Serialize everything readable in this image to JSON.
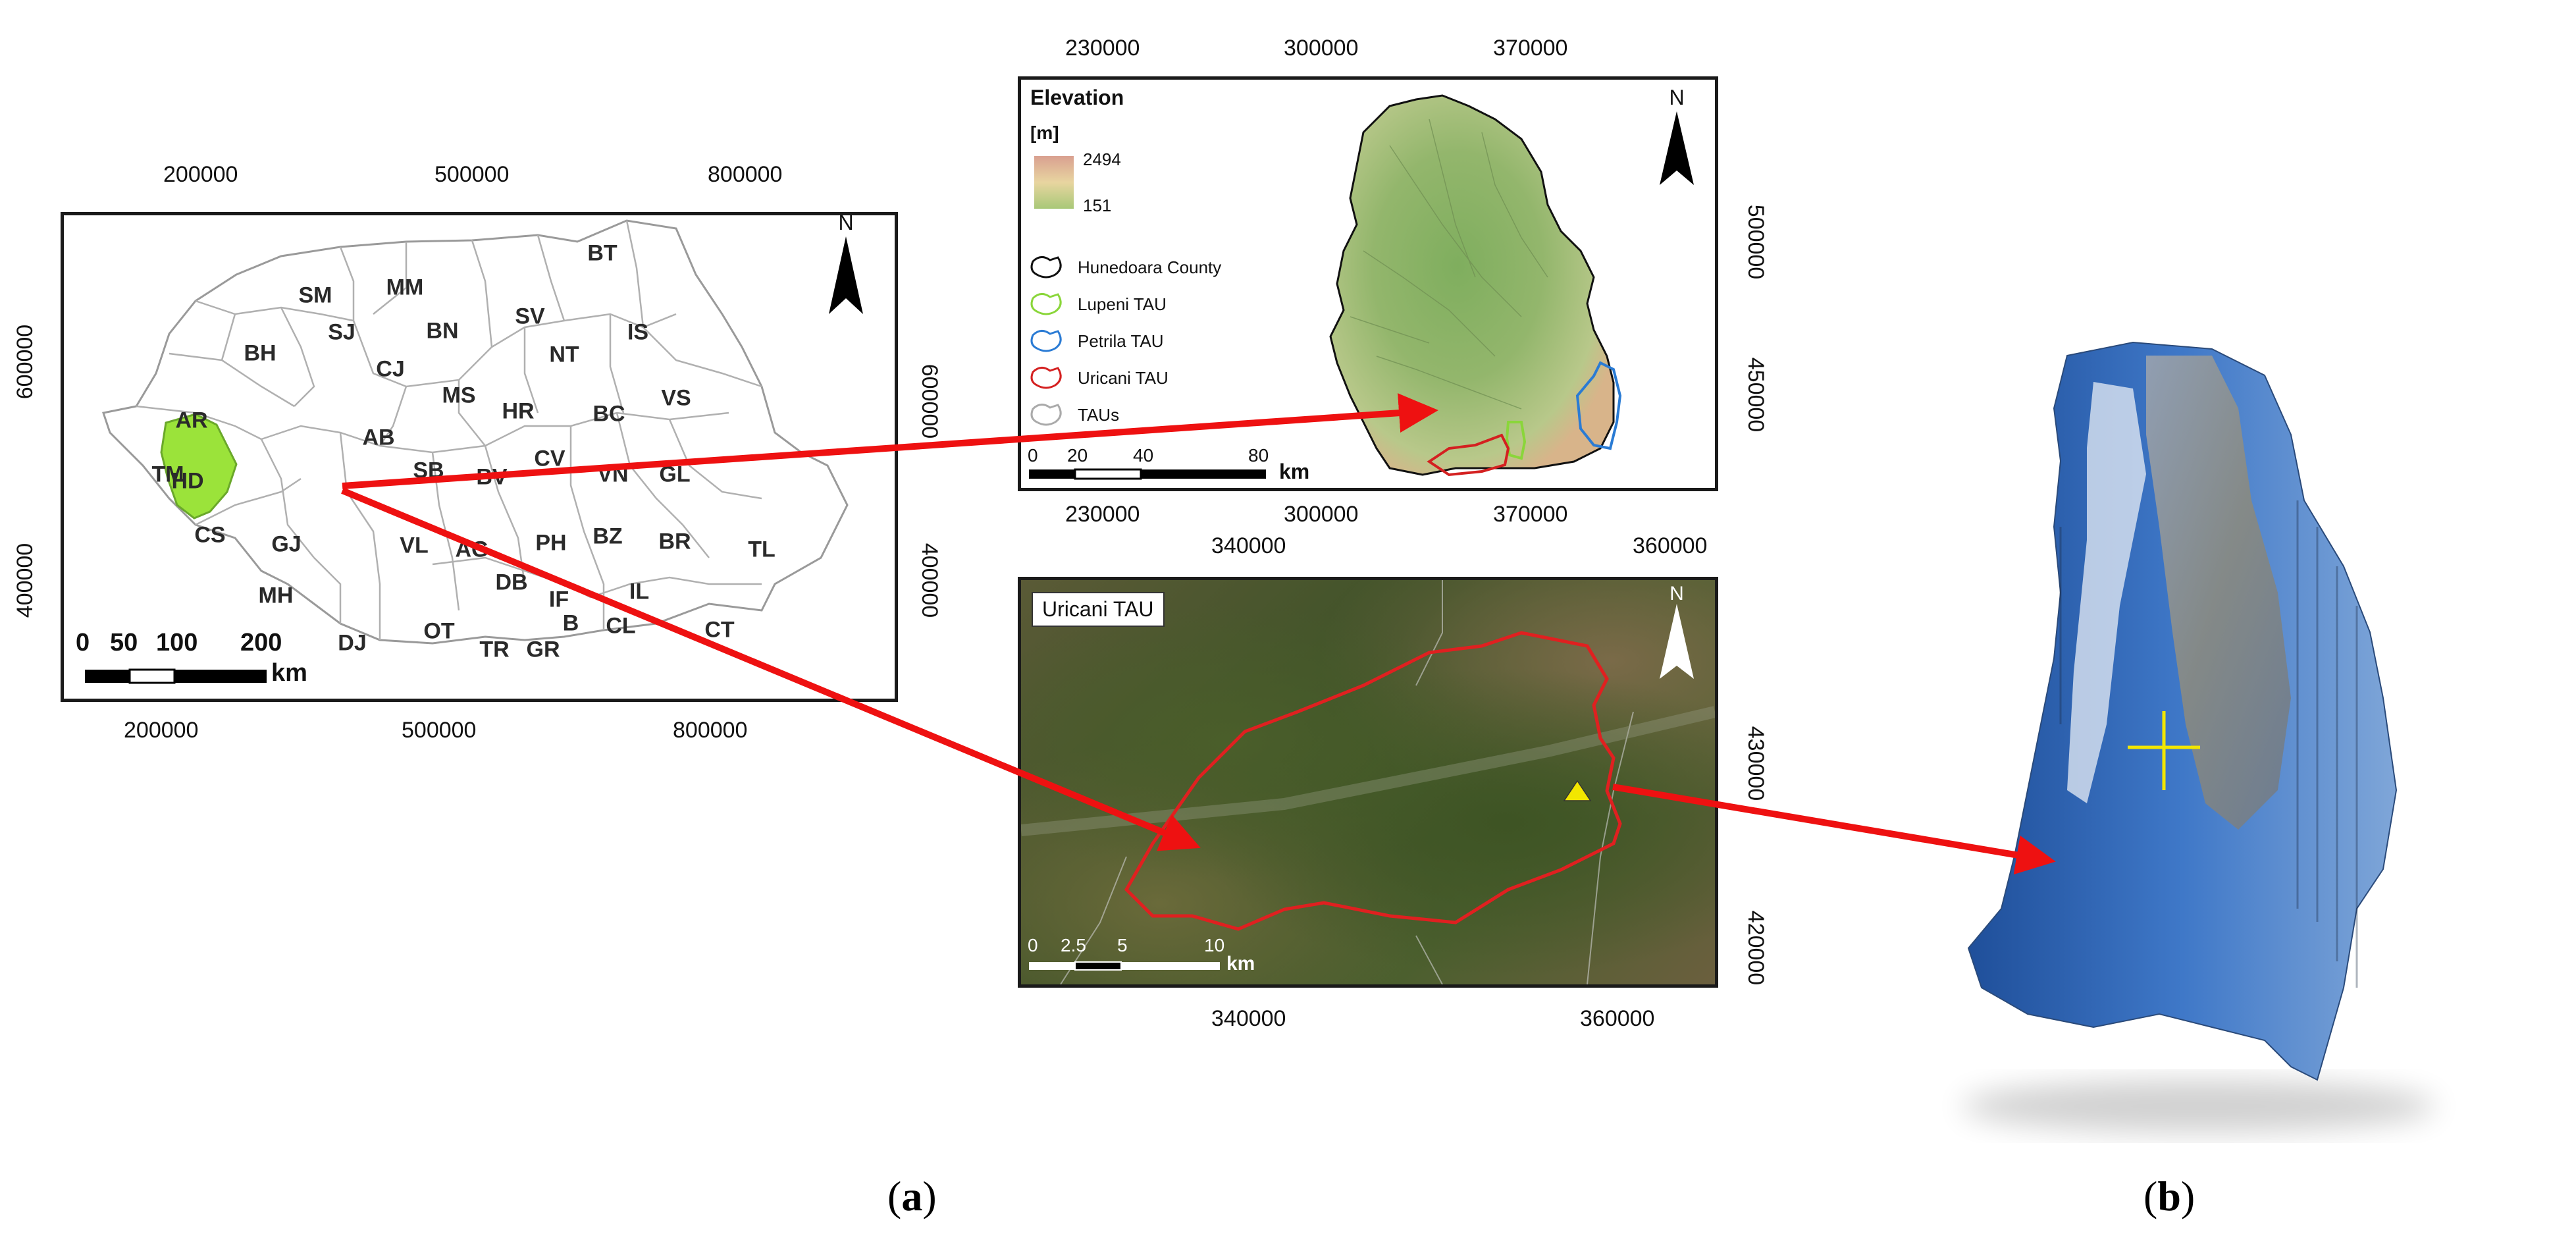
{
  "map_romania": {
    "x_ticks_top": [
      "200000",
      "500000",
      "800000"
    ],
    "x_ticks_bottom": [
      "200000",
      "500000",
      "800000"
    ],
    "y_ticks_left": [
      "600000",
      "400000"
    ],
    "y_ticks_right": [
      "600000",
      "400000"
    ],
    "north_label": "N",
    "scale_labels": [
      "0",
      "50",
      "100",
      "200"
    ],
    "scale_unit": "km",
    "highlight_color": "#9be33a",
    "counties": [
      "BT",
      "SM",
      "MM",
      "SV",
      "IS",
      "BH",
      "SJ",
      "BN",
      "NT",
      "CJ",
      "VS",
      "AR",
      "MS",
      "HR",
      "BC",
      "AB",
      "HD",
      "TM",
      "SB",
      "BV",
      "CV",
      "VN",
      "GL",
      "CS",
      "GJ",
      "VL",
      "AG",
      "PH",
      "BZ",
      "BR",
      "TL",
      "MH",
      "DB",
      "IF",
      "IL",
      "DJ",
      "OT",
      "TR",
      "GR",
      "B",
      "CL",
      "CT"
    ]
  },
  "map_hunedoara": {
    "x_ticks_top": [
      "230000",
      "300000",
      "370000"
    ],
    "x_ticks_bottom": [
      "230000",
      "300000",
      "370000"
    ],
    "y_ticks_left": [
      "500000",
      "450000"
    ],
    "y_ticks_right": [
      "500000",
      "450000"
    ],
    "north_label": "N",
    "legend_title": "Elevation",
    "legend_unit": "[m]",
    "elevation_max": "2494",
    "elevation_min": "151",
    "legend_items": [
      {
        "label": "Hunedoara County",
        "color": "#111111"
      },
      {
        "label": "Lupeni TAU",
        "color": "#8ad63a"
      },
      {
        "label": "Petrila TAU",
        "color": "#2a7bd4"
      },
      {
        "label": "Uricani TAU",
        "color": "#d42020"
      },
      {
        "label": "TAUs",
        "color": "#aaaaaa"
      }
    ],
    "scale_labels": [
      "0",
      "20",
      "40",
      "80"
    ],
    "scale_unit": "km"
  },
  "map_uricani": {
    "title": "Uricani TAU",
    "x_ticks_top": [
      "340000",
      "360000"
    ],
    "x_ticks_bottom": [
      "340000",
      "360000"
    ],
    "y_ticks_left": [
      "430000",
      "420000"
    ],
    "y_ticks_right": [
      "430000",
      "420000"
    ],
    "north_label": "N",
    "scale_labels": [
      "0",
      "2.5",
      "5",
      "10"
    ],
    "scale_unit": "km",
    "boundary_color": "#e02020",
    "marker_color": "#f2e600"
  },
  "arrow_color": "#ee1111",
  "panel_labels": {
    "a": "a",
    "b": "b"
  }
}
